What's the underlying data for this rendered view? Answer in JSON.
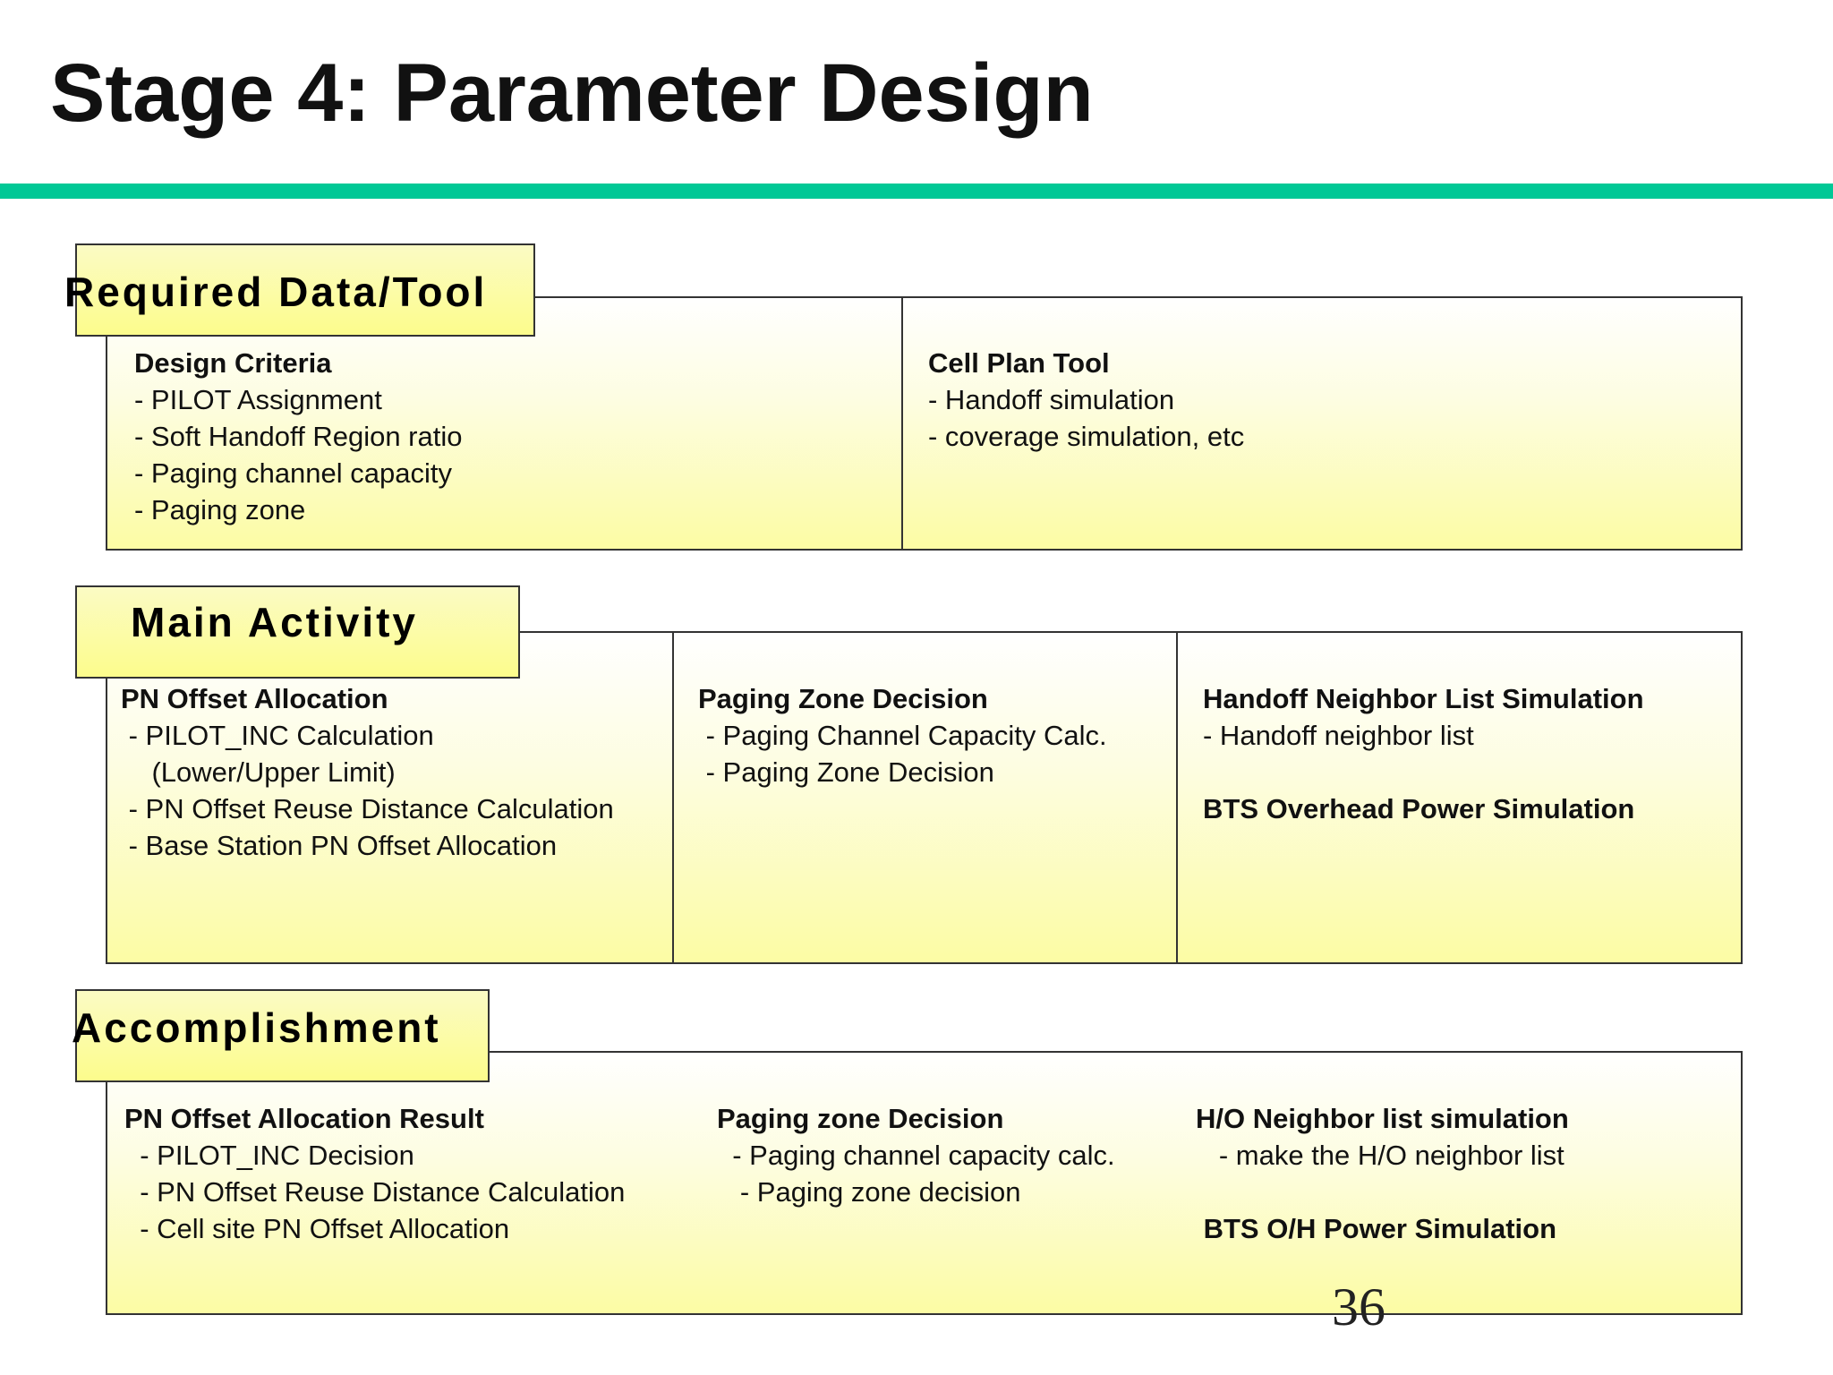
{
  "title": "Stage 4: Parameter Design",
  "colors": {
    "accent_rule": "#00c896",
    "panel_fill": "#fcfca4",
    "tab_fill": "#fcfc8c"
  },
  "sections": {
    "required": {
      "label": "Required Data/Tool",
      "columns": [
        {
          "heading": "Design Criteria",
          "items": [
            "- PILOT Assignment",
            "- Soft Handoff Region ratio",
            "- Paging channel capacity",
            "- Paging zone"
          ]
        },
        {
          "heading": "Cell Plan Tool",
          "items": [
            "- Handoff simulation",
            "- coverage simulation, etc"
          ]
        }
      ]
    },
    "main": {
      "label": "Main Activity",
      "columns": [
        {
          "heading": "PN Offset Allocation",
          "items": [
            " - PILOT_INC Calculation",
            "    (Lower/Upper Limit)",
            " - PN Offset Reuse Distance Calculation",
            " - Base Station PN Offset Allocation"
          ]
        },
        {
          "heading": "Paging Zone Decision",
          "items": [
            " - Paging Channel Capacity Calc.",
            " - Paging Zone Decision"
          ]
        },
        {
          "heading": "Handoff Neighbor List Simulation",
          "items": [
            "- Handoff neighbor list"
          ],
          "heading2": "BTS Overhead Power Simulation"
        }
      ]
    },
    "accomplishment": {
      "label": "Accomplishment",
      "columns": [
        {
          "heading": "PN Offset Allocation Result",
          "items": [
            "  - PILOT_INC Decision",
            "  - PN Offset Reuse Distance Calculation",
            "  - Cell site PN Offset Allocation"
          ]
        },
        {
          "heading": "Paging zone Decision",
          "items": [
            "  - Paging channel capacity calc.",
            "   - Paging zone decision"
          ]
        },
        {
          "heading": "H/O Neighbor list simulation",
          "items": [
            "   - make the H/O neighbor list"
          ],
          "heading2": " BTS O/H Power Simulation"
        }
      ]
    }
  },
  "page_number": "36"
}
